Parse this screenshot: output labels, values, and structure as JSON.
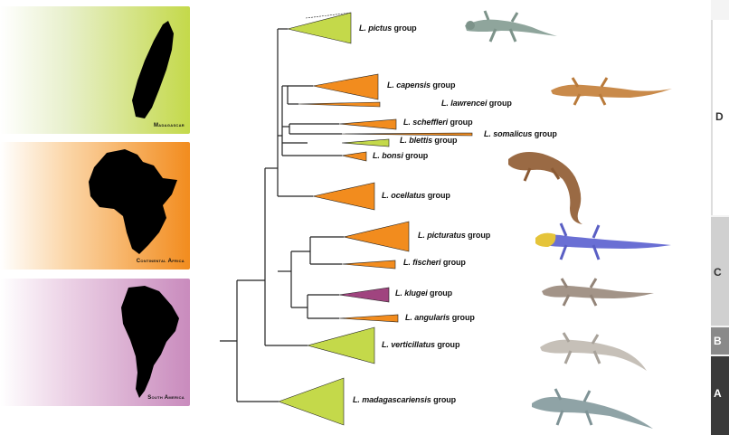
{
  "regions": [
    {
      "name": "Madagascar",
      "color": "#c4d94a"
    },
    {
      "name": "Continental Africa",
      "color": "#f28c1e"
    },
    {
      "name": "South America",
      "color": "#c98bbd"
    }
  ],
  "groups": [
    {
      "genus": "L.",
      "epithet": "pictus",
      "suffix": " group"
    },
    {
      "genus": "L.",
      "epithet": "capensis",
      "suffix": " group"
    },
    {
      "genus": "L.",
      "epithet": "lawrencei",
      "suffix": " group"
    },
    {
      "genus": "L.",
      "epithet": "scheffleri",
      "suffix": " group"
    },
    {
      "genus": "L.",
      "epithet": "somalicus",
      "suffix": " group"
    },
    {
      "genus": "L.",
      "epithet": "blettis",
      "suffix": " group"
    },
    {
      "genus": "L.",
      "epithet": "bonsi",
      "suffix": " group"
    },
    {
      "genus": "L.",
      "epithet": "ocellatus",
      "suffix": " group"
    },
    {
      "genus": "L.",
      "epithet": "picturatus",
      "suffix": " group"
    },
    {
      "genus": "L.",
      "epithet": "fischeri",
      "suffix": " group"
    },
    {
      "genus": "L.",
      "epithet": "klugei",
      "suffix": " group"
    },
    {
      "genus": "L.",
      "epithet": "angularis",
      "suffix": " group"
    },
    {
      "genus": "L.",
      "epithet": "verticillatus",
      "suffix": " group"
    },
    {
      "genus": "L.",
      "epithet": "madagascariensis",
      "suffix": " group"
    }
  ],
  "clades": [
    {
      "letter": "D"
    },
    {
      "letter": "C"
    },
    {
      "letter": "B"
    },
    {
      "letter": "A"
    }
  ],
  "colors": {
    "madagascar": "#c4d94a",
    "africa": "#f28c1e",
    "samerica": "#a0447f",
    "branch": "#222222"
  }
}
